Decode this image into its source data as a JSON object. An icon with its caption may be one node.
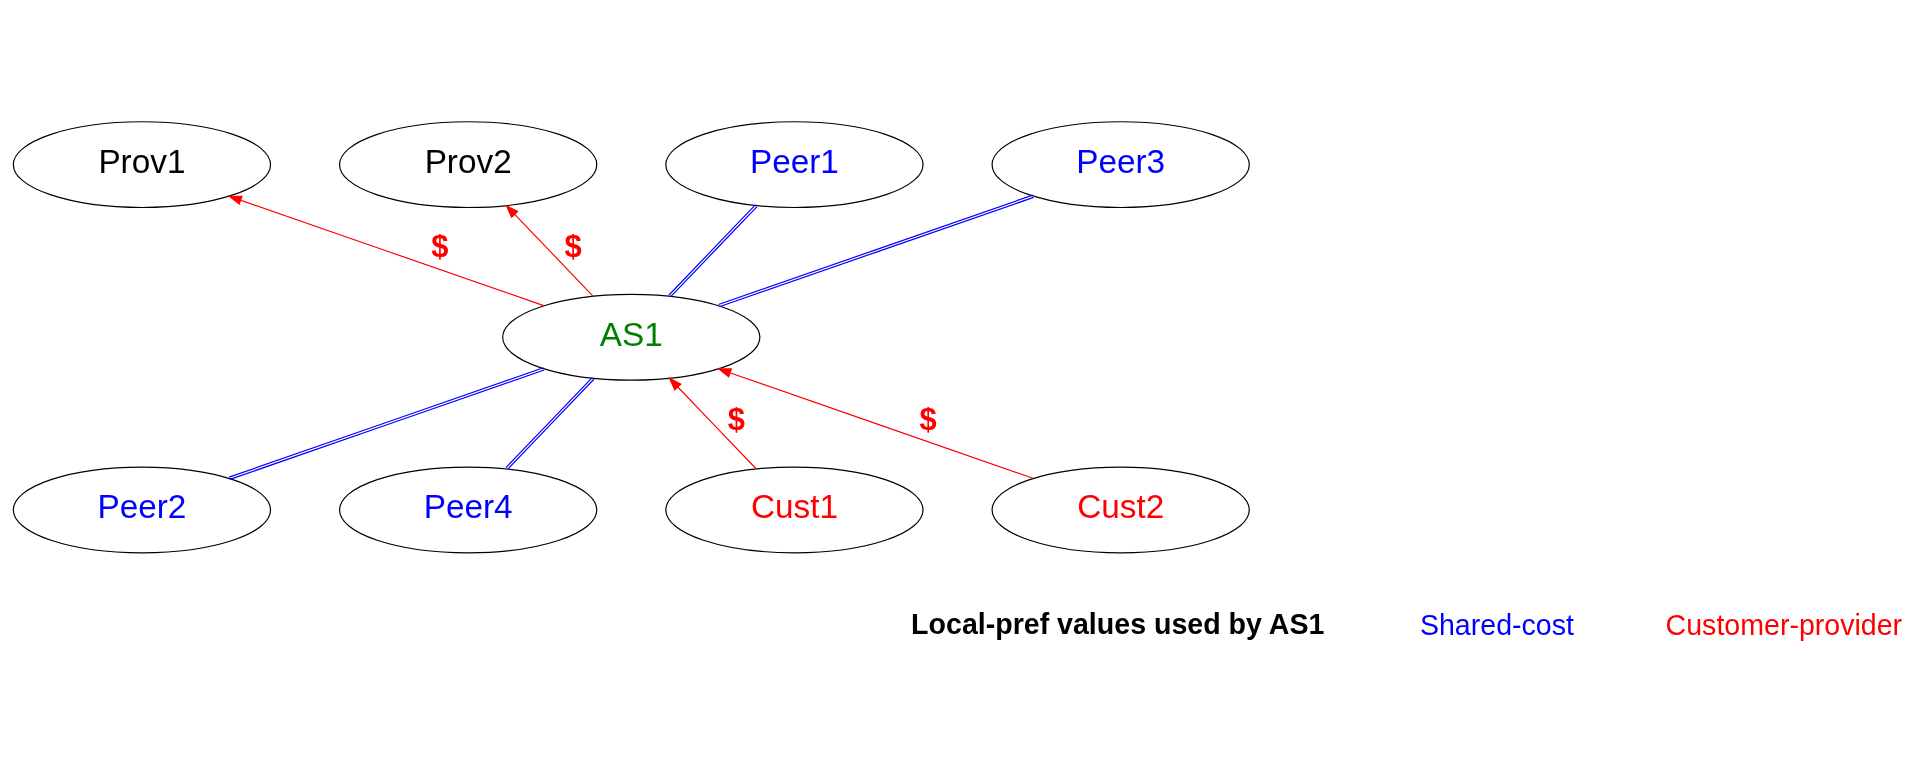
{
  "diagram": {
    "nodes": [
      {
        "text": [
          "Prov1"
        ]
      },
      {
        "text": [
          "Prov2"
        ]
      },
      {
        "text": [
          "Peer1"
        ]
      },
      {
        "text": [
          "Peer3"
        ]
      },
      {
        "text": [
          "AS1"
        ]
      },
      {
        "text": [
          "Peer2"
        ]
      },
      {
        "text": [
          "Peer4"
        ]
      },
      {
        "text": [
          "Cust1"
        ]
      },
      {
        "text": [
          "Cust2"
        ]
      }
    ],
    "edges": [
      {
        "from": 4,
        "to": 0,
        "arrow": "to",
        "label": "$",
        "color": "#ff0000"
      },
      {
        "from": 4,
        "to": 1,
        "arrow": "to",
        "label": "$",
        "color": "#ff0000"
      },
      {
        "from": 2,
        "to": 4,
        "arrow": "none",
        "color": "#0000ff"
      },
      {
        "from": 4,
        "to": 3,
        "arrow": "none",
        "color": "#0000ff"
      },
      {
        "from": 5,
        "to": 4,
        "arrow": "none",
        "color": "#0000ff"
      },
      {
        "from": 4,
        "to": 6,
        "arrow": "none",
        "color": "#0000ff"
      },
      {
        "from": 7,
        "to": 4,
        "arrow": "to",
        "label": "$",
        "color": "#ff0000"
      },
      {
        "from": 8,
        "to": 4,
        "arrow": "to",
        "label": "$",
        "color": "#ff0000"
      }
    ],
    "labels": [
      "Local-pref values used by AS1"
    ],
    "legend": [
      {
        "text": "Shared-cost"
      },
      {
        "text": "Customer-provider"
      }
    ]
  }
}
